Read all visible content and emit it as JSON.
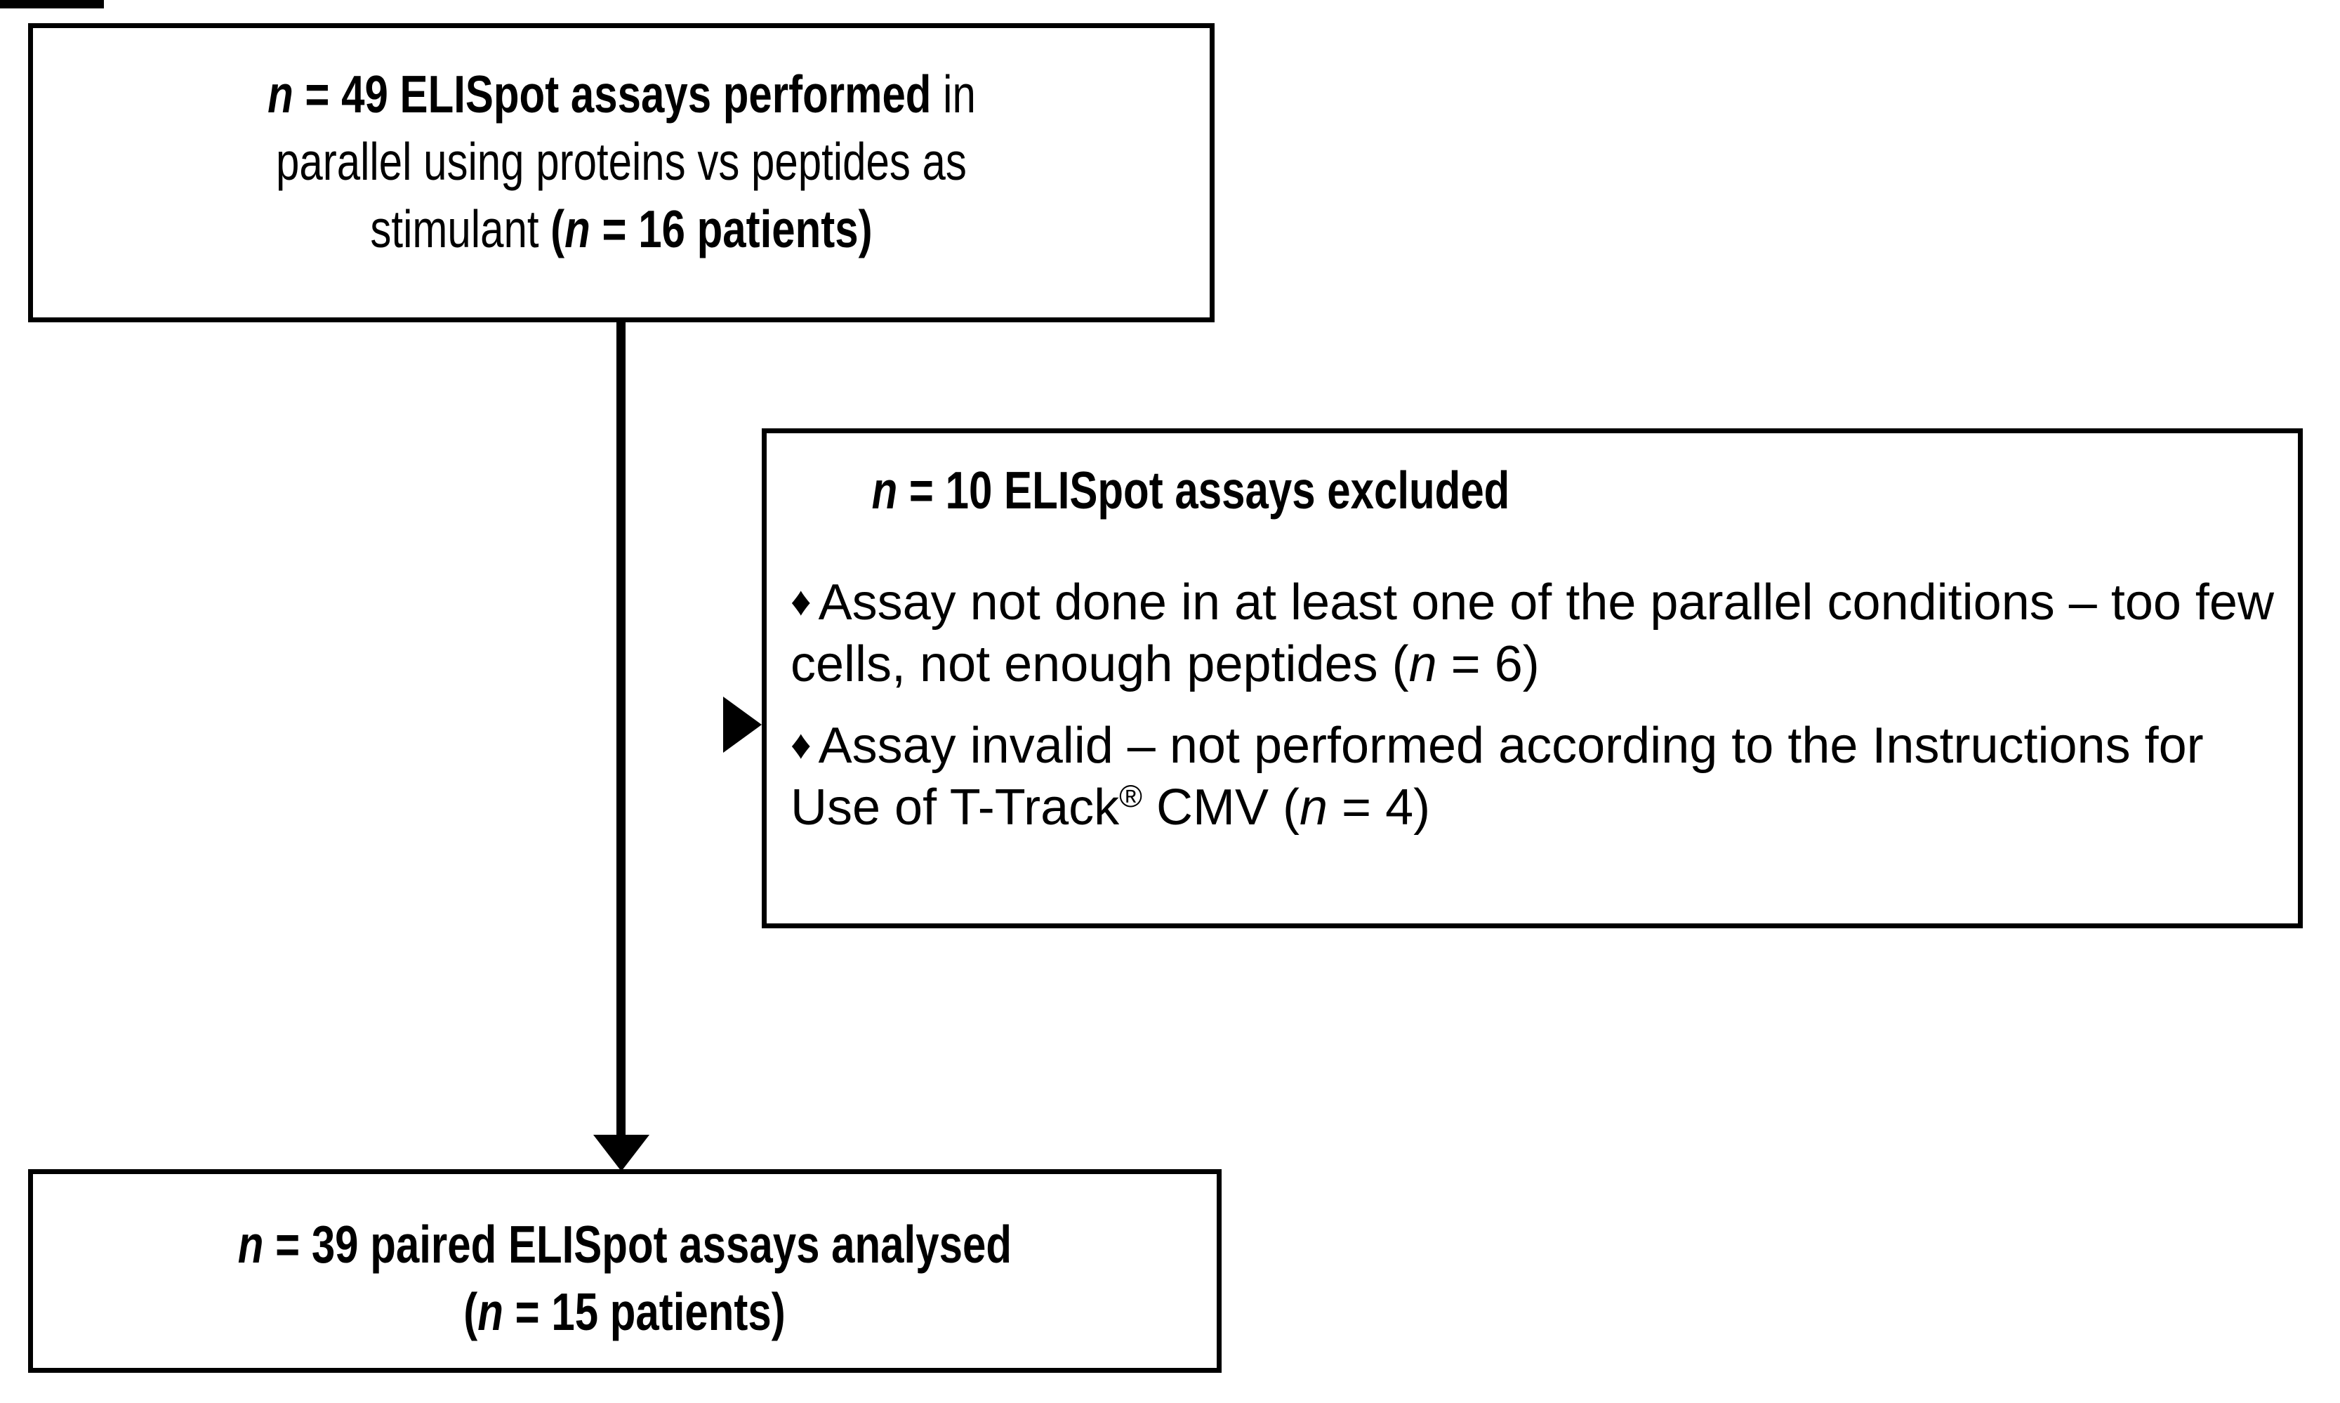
{
  "figure": {
    "type": "flowchart",
    "title": "ELISpot assay study flow diagram",
    "orientation": "top-to-bottom with one side exclusion branch",
    "colors": {
      "line": "#000000",
      "box_fill": "#ffffff",
      "text": "#000000"
    }
  },
  "nodes": {
    "enrolled": {
      "id": "enrolled-box",
      "line1_bold_a": "n",
      "line1_bold_b": " = 49 ELISpot assays performed",
      "line1_regular": " in",
      "line2_regular": "parallel using proteins vs peptides as",
      "line3_regular": "stimulant ",
      "line3_bold_open": "(",
      "line3_bold_n": "n",
      "line3_bold_rest": " = 16 patients)",
      "plain_text": "n = 49 ELISpot assays performed in parallel using proteins vs peptides as stimulant (n = 16 patients)"
    },
    "excluded": {
      "id": "excluded-box",
      "heading_n": "n",
      "heading_rest": " = 10 ELISpot assays excluded",
      "heading_plain": "n = 10 ELISpot assays excluded",
      "bullet_glyph": "♦",
      "bullets": [
        {
          "text_a": "Assay not done in at least one of the parallel conditions – too few cells, not enough peptides (",
          "italic_n": "n",
          "text_b": " = 6)",
          "plain_text": "Assay not done in at least one of the parallel conditions – too few cells, not enough peptides (n = 6)",
          "count": 6
        },
        {
          "text_a": "Assay invalid – not performed according to the Instructions for Use of T-Track",
          "superscript": "®",
          "text_mid": " CMV (",
          "italic_n": "n",
          "text_b": " = 4)",
          "plain_text": "Assay invalid – not performed according to the Instructions for Use of T-Track® CMV (n = 4)",
          "count": 4
        }
      ],
      "total_excluded": 10
    },
    "analysed": {
      "id": "analysed-box",
      "line1_n": "n",
      "line1_rest": " = 39 paired ELISpot assays analysed",
      "line2_open": "(",
      "line2_n": "n",
      "line2_rest": " = 15 patients)",
      "plain_text": "n = 39 paired ELISpot assays analysed (n = 15 patients)"
    }
  },
  "edges": [
    {
      "id": "enrolled-to-analysed",
      "from": "enrolled",
      "to": "analysed",
      "direction": "down",
      "arrowhead": true
    },
    {
      "id": "enrolled-to-excluded",
      "from": "enrolled",
      "to": "excluded",
      "direction": "right",
      "arrowhead": true
    }
  ],
  "counts": {
    "assays_performed": 49,
    "patients_performed": 16,
    "assays_excluded": 10,
    "excluded_not_done": 6,
    "excluded_invalid": 4,
    "assays_analysed": 39,
    "patients_analysed": 15
  }
}
